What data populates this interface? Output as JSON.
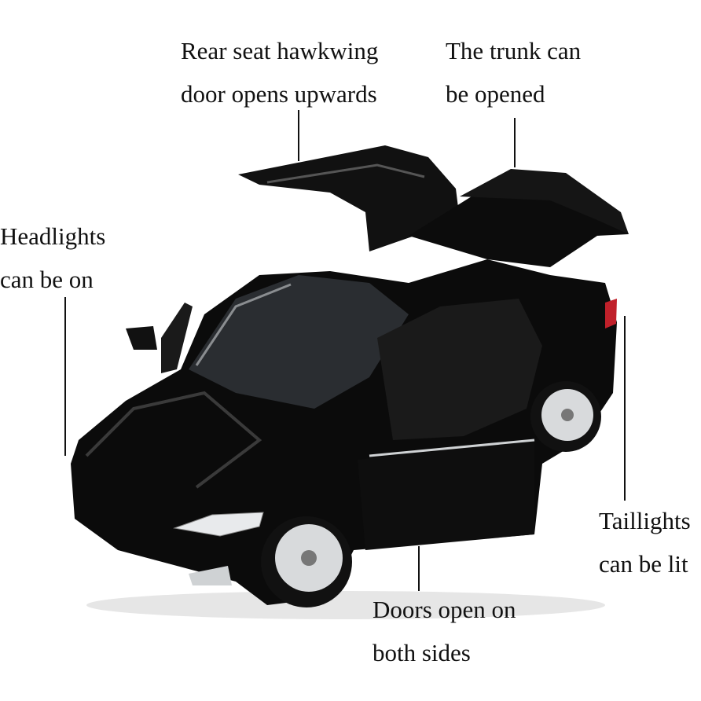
{
  "callouts": {
    "hawkwing": {
      "line1": "Rear seat hawkwing",
      "line2": "door opens upwards"
    },
    "trunk": {
      "line1": "The trunk can",
      "line2": "be opened"
    },
    "headlights": {
      "line1": "Headlights",
      "line2": "can be on"
    },
    "taillights": {
      "line1": "Taillights",
      "line2": "can be lit"
    },
    "doors": {
      "line1": "Doors open on",
      "line2": "both sides"
    }
  },
  "colors": {
    "car_body": "#0b0b0b",
    "text": "#111111",
    "taillight": "#c0202a",
    "wheel": "#d8dadc"
  }
}
